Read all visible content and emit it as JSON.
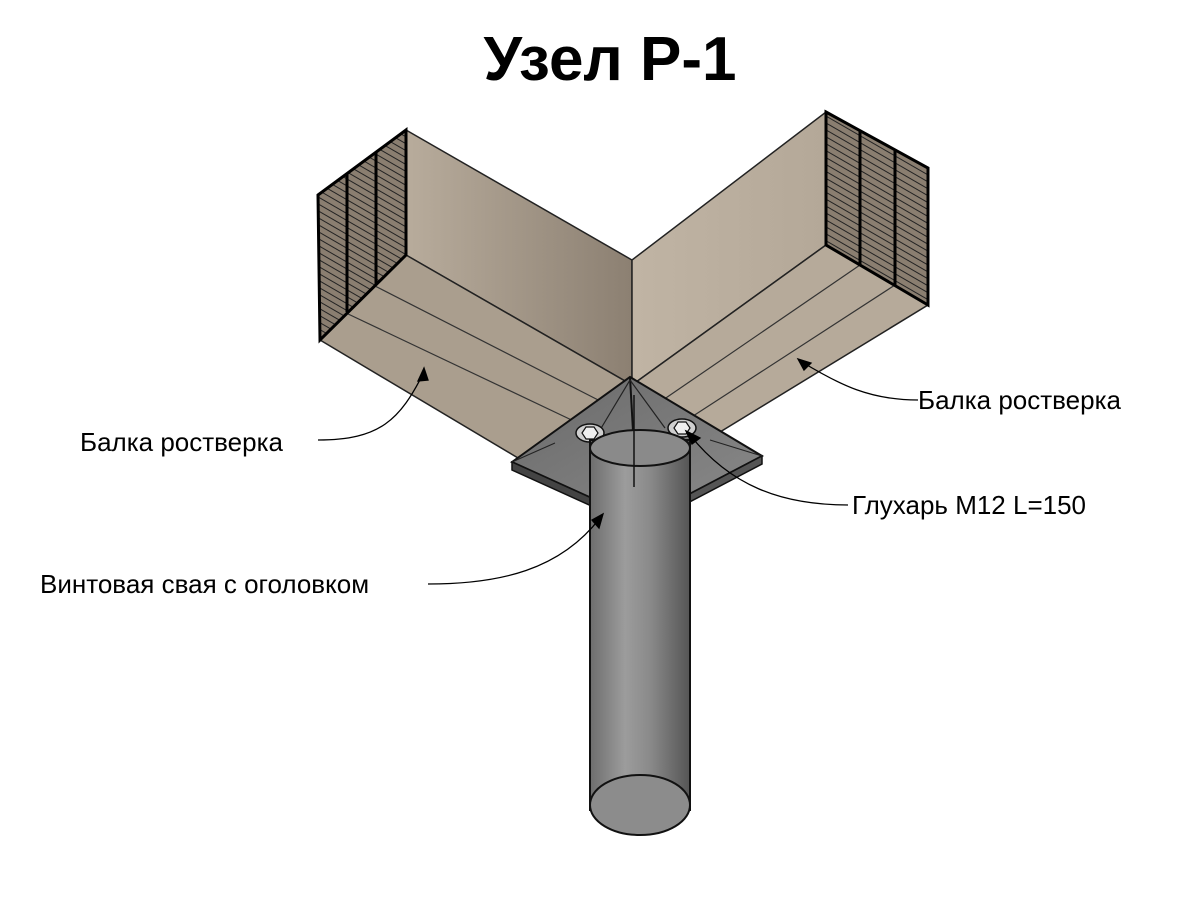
{
  "title": "Узел Р-1",
  "labels": {
    "beam_left": "Балка ростверка",
    "beam_right": "Балка ростверка",
    "lag_screw": "Глухарь М12 L=150",
    "screw_pile": "Винтовая свая с оголовком"
  }
}
